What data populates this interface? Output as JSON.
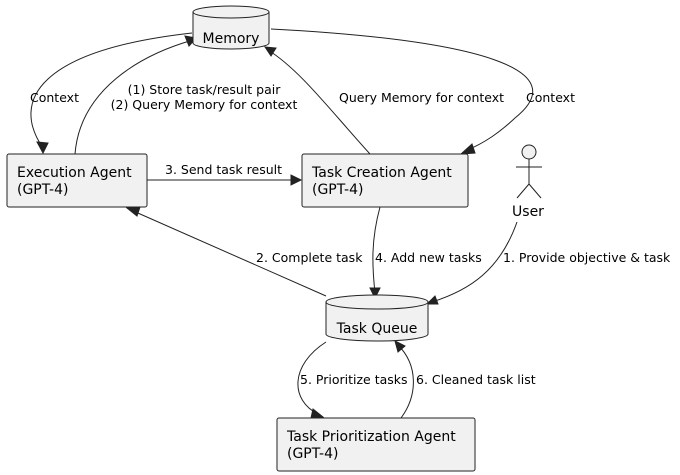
{
  "nodes": {
    "memory": {
      "label": "Memory"
    },
    "execution_agent": {
      "line1": "Execution Agent",
      "line2": "(GPT-4)"
    },
    "task_creation_agent": {
      "line1": "Task Creation Agent",
      "line2": "(GPT-4)"
    },
    "user": {
      "label": "User"
    },
    "task_queue": {
      "label": "Task Queue"
    },
    "task_prioritization_agent": {
      "line1": "Task Prioritization Agent",
      "line2": "(GPT-4)"
    }
  },
  "edges": {
    "memory_to_execution": "Context",
    "execution_to_memory_line1": "(1) Store task/result pair",
    "execution_to_memory_line2": "(2) Query Memory for context",
    "creation_to_memory": "Query Memory for context",
    "memory_to_creation": "Context",
    "execution_to_creation": "3. Send task result",
    "queue_to_execution": "2. Complete task",
    "creation_to_queue": "4. Add new tasks",
    "user_to_queue": "1. Provide objective & task",
    "queue_to_prioritization": "5. Prioritize tasks",
    "prioritization_to_queue": "6. Cleaned task list"
  }
}
